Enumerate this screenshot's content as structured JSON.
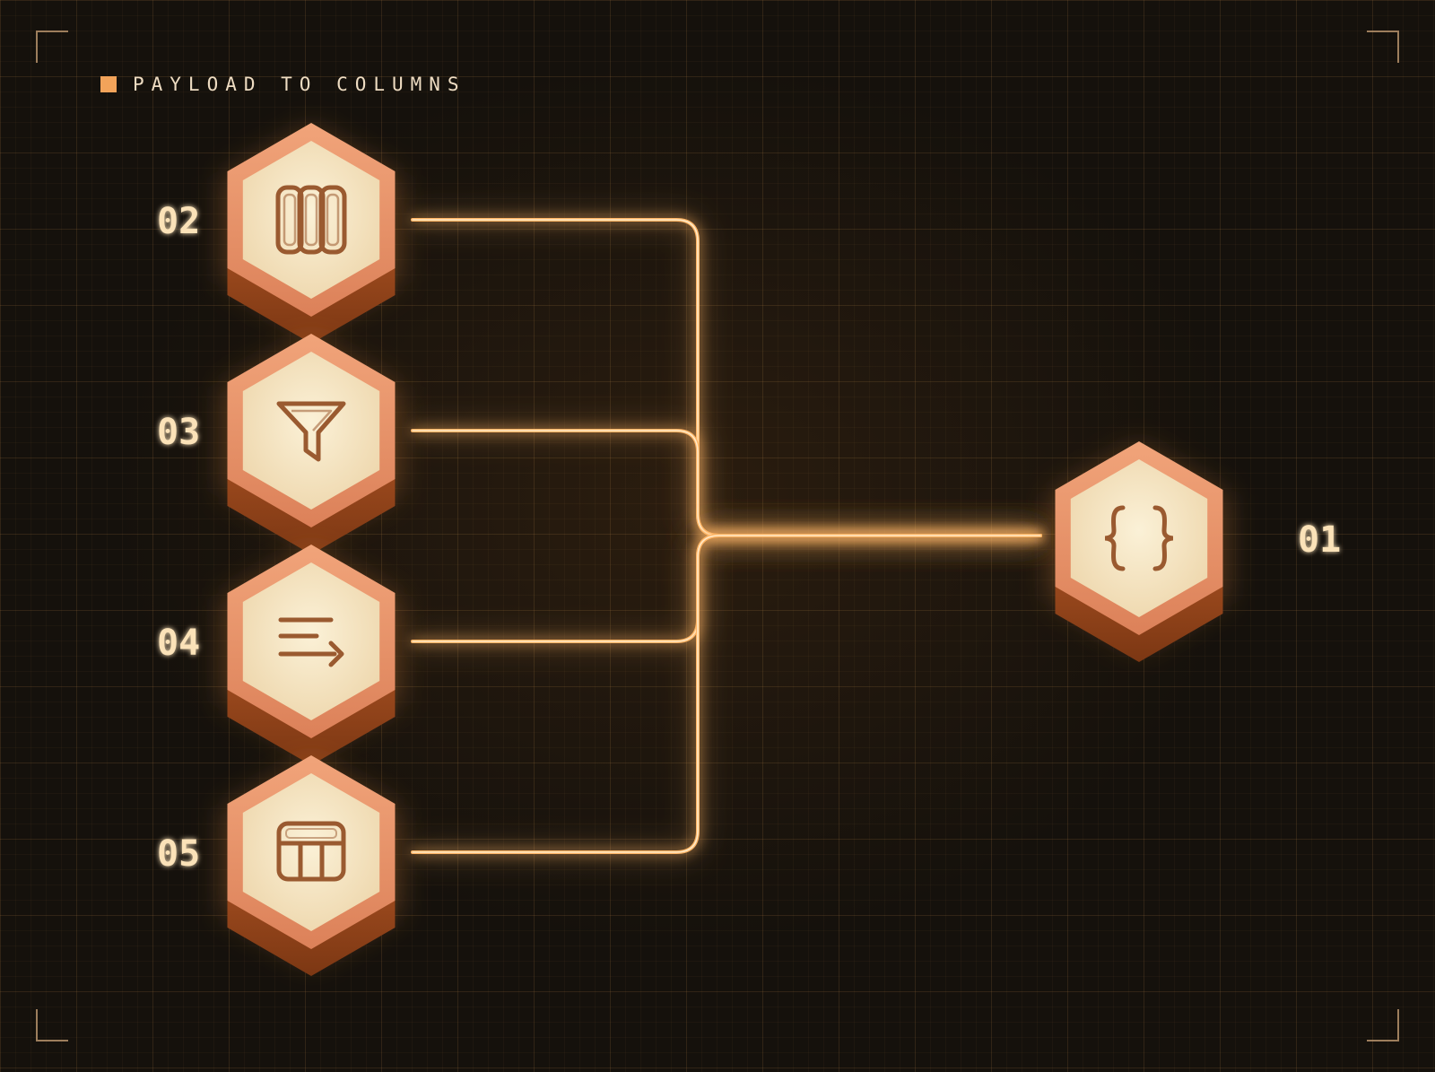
{
  "title": "PAYLOAD TO COLUMNS",
  "colors": {
    "accent": "#f2a35a",
    "background": "#15110c",
    "wire": "#ffb565",
    "hex_face": "#f6e7c6",
    "hex_rim": "#e9956a",
    "hex_side": "#8a3f18",
    "icon_stroke": "#9a5a30",
    "label": "#fbe2b8"
  },
  "nodes": [
    {
      "id": "01",
      "label": "01",
      "icon": "curly-braces-icon"
    },
    {
      "id": "02",
      "label": "02",
      "icon": "columns-icon"
    },
    {
      "id": "03",
      "label": "03",
      "icon": "filter-funnel-icon"
    },
    {
      "id": "04",
      "label": "04",
      "icon": "text-wrap-arrow-icon"
    },
    {
      "id": "05",
      "label": "05",
      "icon": "table-layout-icon"
    }
  ],
  "edges": [
    {
      "from": "01",
      "to": "02"
    },
    {
      "from": "01",
      "to": "03"
    },
    {
      "from": "01",
      "to": "04"
    },
    {
      "from": "01",
      "to": "05"
    }
  ]
}
